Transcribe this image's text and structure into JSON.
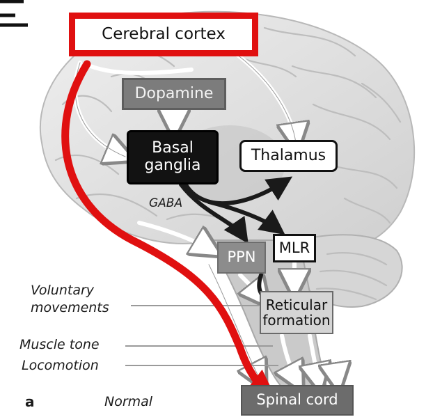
{
  "boxes": {
    "cerebral_cortex": "Cerebral cortex",
    "dopamine": "Dopamine",
    "basal_ganglia": [
      "Basal",
      "ganglia"
    ],
    "thalamus": "Thalamus",
    "ppn": "PPN",
    "mlr": "MLR",
    "reticular_formation": [
      "Reticular",
      "formation"
    ],
    "spinal_cord": "Spinal cord"
  },
  "labels": {
    "gaba": "GABA",
    "voluntary_movements": [
      "Voluntary",
      "movements"
    ],
    "muscle_tone": "Muscle tone",
    "locomotion": "Locomotion",
    "panel": "a",
    "condition": "Normal"
  },
  "colors": {
    "highlight": "#e01010",
    "brain": "#dedede",
    "pathway_white": "#ffffff",
    "pathway_dark": "#1a1a1a"
  }
}
